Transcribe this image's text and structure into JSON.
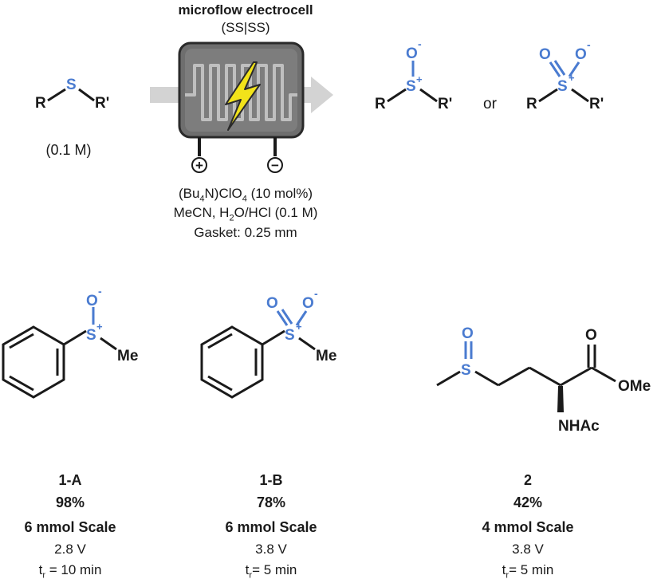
{
  "reactor": {
    "title": "microflow electrocell",
    "subtitle": "(SS|SS)",
    "anode_symbol": "+",
    "cathode_symbol": "−"
  },
  "conditions": {
    "line1_prefix": "(Bu",
    "line1_sub": "4",
    "line1_suffix": "N)ClO",
    "line1_sub2": "4",
    "line1_end": " (10 mol%)",
    "line2_prefix": "MeCN, H",
    "line2_sub": "2",
    "line2_suffix": "O/HCl (0.1 M)",
    "line3": "Gasket: 0.25 mm"
  },
  "scheme": {
    "substrate_R": "R",
    "substrate_S": "S",
    "substrate_R2": "R'",
    "substrate_conc": "(0.1 M)",
    "or_text": "or",
    "O": "O",
    "O_minus": "-",
    "S_plus": "+",
    "Me": "Me",
    "OMe": "OMe",
    "NHAc": "NHAc"
  },
  "colors": {
    "heteroatom": "#4a7bd0",
    "arrow": "#d3d3d3",
    "reactor_body": "#6e6e6e",
    "bolt": "#f2e31a"
  },
  "products": [
    {
      "id": "1-A",
      "yield": "98%",
      "scale": "6 mmol Scale",
      "voltage": "2.8 V",
      "tr_label": "t",
      "tr_sub": "r",
      "tr_value": " = 10 min"
    },
    {
      "id": "1-B",
      "yield": "78%",
      "scale": "6 mmol Scale",
      "voltage": "3.8 V",
      "tr_label": "t",
      "tr_sub": "r",
      "tr_value": "= 5 min"
    },
    {
      "id": "2",
      "yield": "42%",
      "scale": "4 mmol Scale",
      "voltage": "3.8 V",
      "tr_label": "t",
      "tr_sub": "r",
      "tr_value": "= 5 min"
    }
  ]
}
